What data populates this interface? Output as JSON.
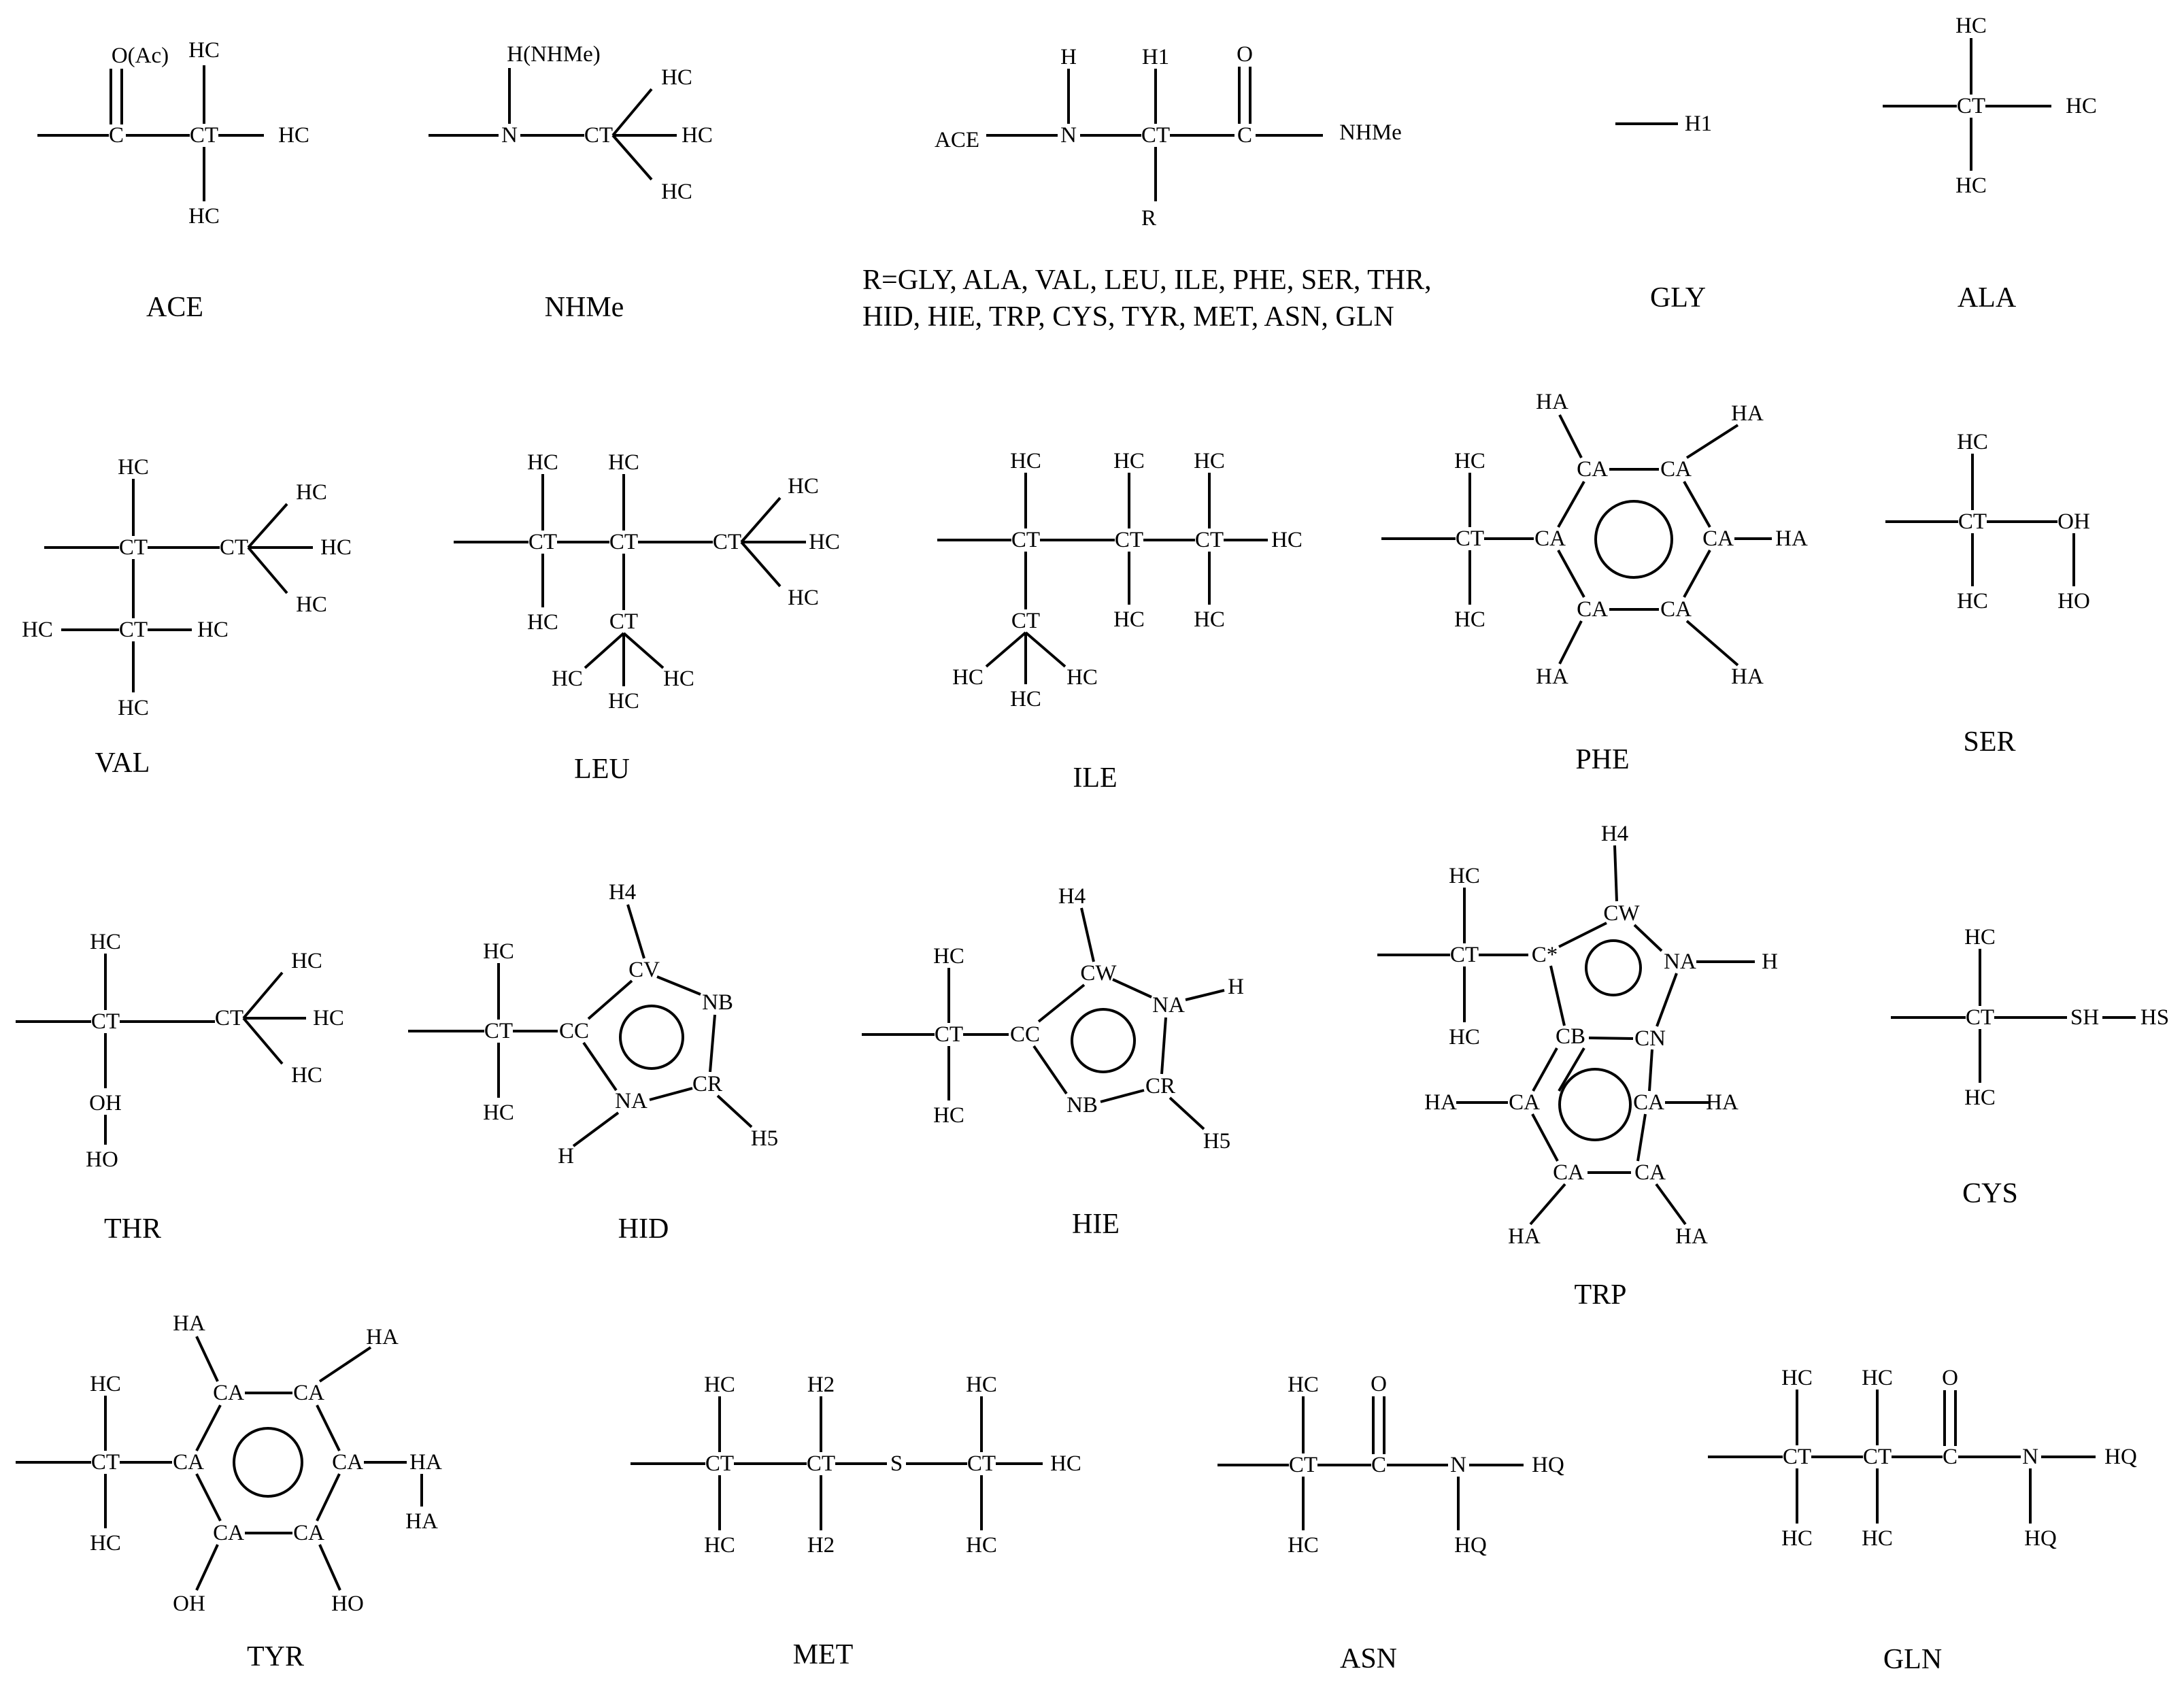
{
  "structures": [
    {
      "id": "ace",
      "name": "ACE",
      "atoms": [
        {
          "id": "a1",
          "label": "C"
        },
        {
          "id": "a2",
          "label": "O(Ac)"
        },
        {
          "id": "a3",
          "label": "CT"
        },
        {
          "id": "a4",
          "label": "HC"
        },
        {
          "id": "a5",
          "label": "HC"
        },
        {
          "id": "a6",
          "label": "HC"
        }
      ]
    },
    {
      "id": "nhme",
      "name": "NHMe",
      "atoms": [
        {
          "id": "a1",
          "label": "N"
        },
        {
          "id": "a2",
          "label": "H(NHMe)"
        },
        {
          "id": "a3",
          "label": "CT"
        },
        {
          "id": "a4",
          "label": "HC"
        },
        {
          "id": "a5",
          "label": "HC"
        },
        {
          "id": "a6",
          "label": "HC"
        }
      ]
    },
    {
      "id": "backbone",
      "name": "R=GLY,  ALA, VAL,  LEU, ILE, PHE, SER, THR,",
      "name2": "HID, HIE, TRP,  CYS, TYR, MET,  ASN, GLN",
      "atoms": [
        {
          "id": "a1",
          "label": "ACE"
        },
        {
          "id": "a2",
          "label": "N"
        },
        {
          "id": "a3",
          "label": "H"
        },
        {
          "id": "a4",
          "label": "CT"
        },
        {
          "id": "a5",
          "label": "H1"
        },
        {
          "id": "a6",
          "label": "R"
        },
        {
          "id": "a7",
          "label": "C"
        },
        {
          "id": "a8",
          "label": "O"
        },
        {
          "id": "a9",
          "label": "NHMe"
        }
      ]
    },
    {
      "id": "gly",
      "name": "GLY",
      "atoms": [
        {
          "id": "a1",
          "label": "H1"
        }
      ]
    },
    {
      "id": "ala",
      "name": "ALA",
      "atoms": [
        {
          "id": "a1",
          "label": "CT"
        },
        {
          "id": "a2",
          "label": "HC"
        },
        {
          "id": "a3",
          "label": "HC"
        },
        {
          "id": "a4",
          "label": "HC"
        }
      ]
    },
    {
      "id": "val",
      "name": "VAL",
      "atoms": [
        {
          "id": "a1",
          "label": "CT"
        },
        {
          "id": "a2",
          "label": "HC"
        },
        {
          "id": "a3",
          "label": "CT"
        },
        {
          "id": "a4",
          "label": "HC"
        },
        {
          "id": "a5",
          "label": "HC"
        },
        {
          "id": "a6",
          "label": "HC"
        },
        {
          "id": "a7",
          "label": "CT"
        },
        {
          "id": "a8",
          "label": "HC"
        },
        {
          "id": "a9",
          "label": "HC"
        },
        {
          "id": "a10",
          "label": "HC"
        }
      ]
    },
    {
      "id": "leu",
      "name": "LEU",
      "atoms": [
        {
          "id": "a1",
          "label": "CT"
        },
        {
          "id": "a2",
          "label": "HC"
        },
        {
          "id": "a3",
          "label": "HC"
        },
        {
          "id": "a4",
          "label": "CT"
        },
        {
          "id": "a5",
          "label": "HC"
        },
        {
          "id": "a6",
          "label": "CT"
        },
        {
          "id": "a7",
          "label": "HC"
        },
        {
          "id": "a8",
          "label": "HC"
        },
        {
          "id": "a9",
          "label": "HC"
        },
        {
          "id": "a10",
          "label": "CT"
        },
        {
          "id": "a11",
          "label": "HC"
        },
        {
          "id": "a12",
          "label": "HC"
        },
        {
          "id": "a13",
          "label": "HC"
        }
      ]
    },
    {
      "id": "ile",
      "name": "ILE",
      "atoms": [
        {
          "id": "a1",
          "label": "CT"
        },
        {
          "id": "a2",
          "label": "HC"
        },
        {
          "id": "a3",
          "label": "CT"
        },
        {
          "id": "a4",
          "label": "HC"
        },
        {
          "id": "a5",
          "label": "HC"
        },
        {
          "id": "a6",
          "label": "HC"
        },
        {
          "id": "a7",
          "label": "CT"
        },
        {
          "id": "a8",
          "label": "HC"
        },
        {
          "id": "a9",
          "label": "HC"
        },
        {
          "id": "a10",
          "label": "CT"
        },
        {
          "id": "a11",
          "label": "HC"
        },
        {
          "id": "a12",
          "label": "HC"
        },
        {
          "id": "a13",
          "label": "HC"
        }
      ]
    },
    {
      "id": "phe",
      "name": "PHE",
      "atoms": [
        {
          "id": "a1",
          "label": "CT"
        },
        {
          "id": "a2",
          "label": "HC"
        },
        {
          "id": "a3",
          "label": "HC"
        },
        {
          "id": "a4",
          "label": "CA"
        },
        {
          "id": "a5",
          "label": "CA"
        },
        {
          "id": "a6",
          "label": "CA"
        },
        {
          "id": "a7",
          "label": "CA"
        },
        {
          "id": "a8",
          "label": "CA"
        },
        {
          "id": "a9",
          "label": "CA"
        },
        {
          "id": "a10",
          "label": "HA"
        },
        {
          "id": "a11",
          "label": "HA"
        },
        {
          "id": "a12",
          "label": "HA"
        },
        {
          "id": "a13",
          "label": "HA"
        },
        {
          "id": "a14",
          "label": "HA"
        }
      ]
    },
    {
      "id": "ser",
      "name": "SER",
      "atoms": [
        {
          "id": "a1",
          "label": "CT"
        },
        {
          "id": "a2",
          "label": "HC"
        },
        {
          "id": "a3",
          "label": "HC"
        },
        {
          "id": "a4",
          "label": "OH"
        },
        {
          "id": "a5",
          "label": "HO"
        }
      ]
    },
    {
      "id": "thr",
      "name": "THR",
      "atoms": [
        {
          "id": "a1",
          "label": "CT"
        },
        {
          "id": "a2",
          "label": "HC"
        },
        {
          "id": "a3",
          "label": "OH"
        },
        {
          "id": "a4",
          "label": "HO"
        },
        {
          "id": "a5",
          "label": "CT"
        },
        {
          "id": "a6",
          "label": "HC"
        },
        {
          "id": "a7",
          "label": "HC"
        },
        {
          "id": "a8",
          "label": "HC"
        }
      ]
    },
    {
      "id": "hid",
      "name": "HID",
      "atoms": [
        {
          "id": "a1",
          "label": "CT"
        },
        {
          "id": "a2",
          "label": "HC"
        },
        {
          "id": "a3",
          "label": "HC"
        },
        {
          "id": "a4",
          "label": "CC"
        },
        {
          "id": "a5",
          "label": "CV"
        },
        {
          "id": "a6",
          "label": "H4"
        },
        {
          "id": "a7",
          "label": "NB"
        },
        {
          "id": "a8",
          "label": "CR"
        },
        {
          "id": "a9",
          "label": "H5"
        },
        {
          "id": "a10",
          "label": "NA"
        },
        {
          "id": "a11",
          "label": "H"
        }
      ]
    },
    {
      "id": "hie",
      "name": "HIE",
      "atoms": [
        {
          "id": "a1",
          "label": "CT"
        },
        {
          "id": "a2",
          "label": "HC"
        },
        {
          "id": "a3",
          "label": "HC"
        },
        {
          "id": "a4",
          "label": "CC"
        },
        {
          "id": "a5",
          "label": "CW"
        },
        {
          "id": "a6",
          "label": "H4"
        },
        {
          "id": "a7",
          "label": "NA"
        },
        {
          "id": "a8",
          "label": "H"
        },
        {
          "id": "a9",
          "label": "CR"
        },
        {
          "id": "a10",
          "label": "H5"
        },
        {
          "id": "a11",
          "label": "NB"
        }
      ]
    },
    {
      "id": "trp",
      "name": "TRP",
      "atoms": [
        {
          "id": "a1",
          "label": "CT"
        },
        {
          "id": "a2",
          "label": "HC"
        },
        {
          "id": "a3",
          "label": "HC"
        },
        {
          "id": "a4",
          "label": "C*"
        },
        {
          "id": "a5",
          "label": "CW"
        },
        {
          "id": "a6",
          "label": "H4"
        },
        {
          "id": "a7",
          "label": "NA"
        },
        {
          "id": "a8",
          "label": "H"
        },
        {
          "id": "a9",
          "label": "CN"
        },
        {
          "id": "a10",
          "label": "CB"
        },
        {
          "id": "a11",
          "label": "CA"
        },
        {
          "id": "a12",
          "label": "HA"
        },
        {
          "id": "a13",
          "label": "CA"
        },
        {
          "id": "a14",
          "label": "HA"
        },
        {
          "id": "a15",
          "label": "CA"
        },
        {
          "id": "a16",
          "label": "HA"
        },
        {
          "id": "a17",
          "label": "CA"
        },
        {
          "id": "a18",
          "label": "HA"
        }
      ]
    },
    {
      "id": "cys",
      "name": "CYS",
      "atoms": [
        {
          "id": "a1",
          "label": "CT"
        },
        {
          "id": "a2",
          "label": "HC"
        },
        {
          "id": "a3",
          "label": "HC"
        },
        {
          "id": "a4",
          "label": "SH"
        },
        {
          "id": "a5",
          "label": "HS"
        }
      ]
    },
    {
      "id": "tyr",
      "name": "TYR",
      "atoms": [
        {
          "id": "a1",
          "label": "CT"
        },
        {
          "id": "a2",
          "label": "HC"
        },
        {
          "id": "a3",
          "label": "HC"
        },
        {
          "id": "a4",
          "label": "CA"
        },
        {
          "id": "a5",
          "label": "CA"
        },
        {
          "id": "a6",
          "label": "CA"
        },
        {
          "id": "a7",
          "label": "CA"
        },
        {
          "id": "a8",
          "label": "CA"
        },
        {
          "id": "a9",
          "label": "CA"
        },
        {
          "id": "a10",
          "label": "HA"
        },
        {
          "id": "a11",
          "label": "HA"
        },
        {
          "id": "a12",
          "label": "HA"
        },
        {
          "id": "a13",
          "label": "HA"
        },
        {
          "id": "a14",
          "label": "OH"
        },
        {
          "id": "a15",
          "label": "HO"
        }
      ]
    },
    {
      "id": "met",
      "name": "MET",
      "atoms": [
        {
          "id": "a1",
          "label": "CT"
        },
        {
          "id": "a2",
          "label": "HC"
        },
        {
          "id": "a3",
          "label": "HC"
        },
        {
          "id": "a4",
          "label": "CT"
        },
        {
          "id": "a5",
          "label": "H2"
        },
        {
          "id": "a6",
          "label": "H2"
        },
        {
          "id": "a7",
          "label": "S"
        },
        {
          "id": "a8",
          "label": "CT"
        },
        {
          "id": "a9",
          "label": "HC"
        },
        {
          "id": "a10",
          "label": "HC"
        },
        {
          "id": "a11",
          "label": "HC"
        }
      ]
    },
    {
      "id": "asn",
      "name": "ASN",
      "atoms": [
        {
          "id": "a1",
          "label": "CT"
        },
        {
          "id": "a2",
          "label": "HC"
        },
        {
          "id": "a3",
          "label": "HC"
        },
        {
          "id": "a4",
          "label": "C"
        },
        {
          "id": "a5",
          "label": "O"
        },
        {
          "id": "a6",
          "label": "N"
        },
        {
          "id": "a7",
          "label": "HQ"
        },
        {
          "id": "a8",
          "label": "HQ"
        }
      ]
    },
    {
      "id": "gln",
      "name": "GLN",
      "atoms": [
        {
          "id": "a1",
          "label": "CT"
        },
        {
          "id": "a2",
          "label": "HC"
        },
        {
          "id": "a3",
          "label": "HC"
        },
        {
          "id": "a4",
          "label": "CT"
        },
        {
          "id": "a5",
          "label": "HC"
        },
        {
          "id": "a6",
          "label": "HC"
        },
        {
          "id": "a7",
          "label": "C"
        },
        {
          "id": "a8",
          "label": "O"
        },
        {
          "id": "a9",
          "label": "N"
        },
        {
          "id": "a10",
          "label": "HQ"
        },
        {
          "id": "a11",
          "label": "HQ"
        }
      ]
    }
  ]
}
